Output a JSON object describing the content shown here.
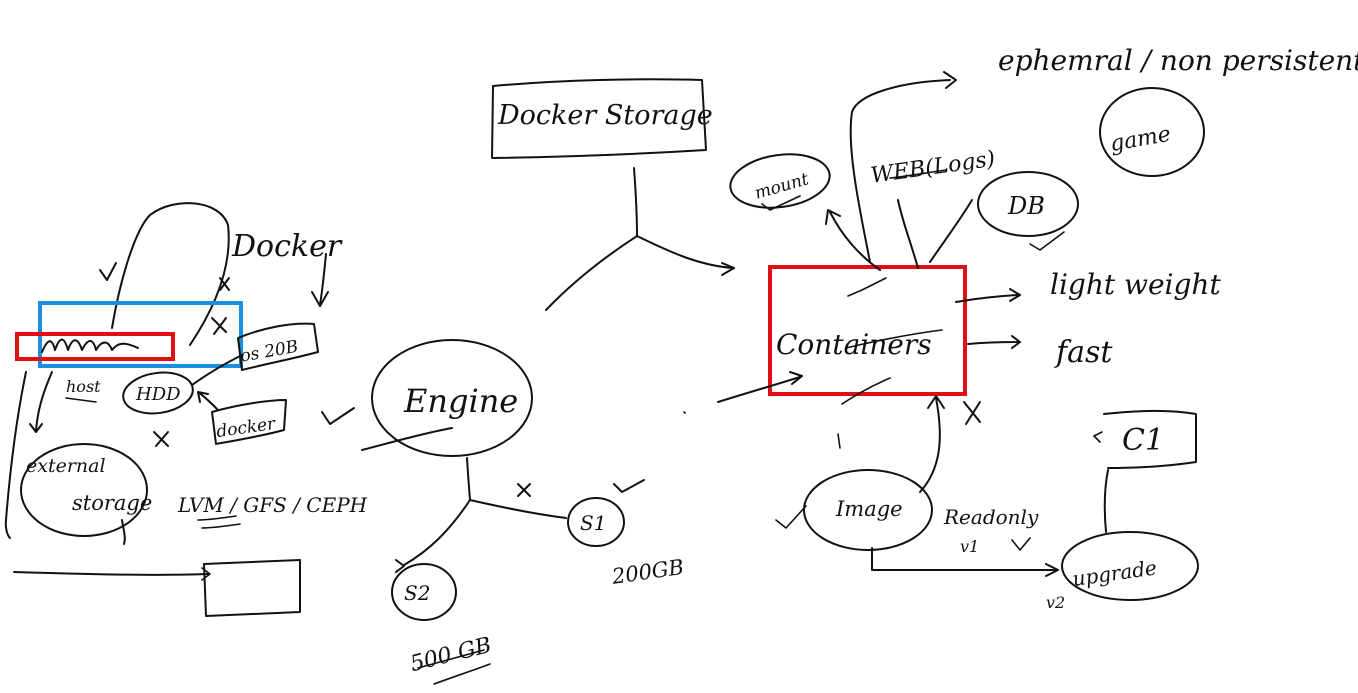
{
  "title": "Docker Storage",
  "header_note": "ephemral / non persistent",
  "left": {
    "docker": "Docker",
    "host": "host",
    "hdd": "HDD",
    "os_size": "os 20B",
    "docker_label": "docker",
    "external_line1": "external",
    "external_line2": "storage",
    "lvm": "LVM / GFS / CEPH"
  },
  "engine": {
    "label": "Engine",
    "s1": "S1",
    "s1_size": "200GB",
    "s2": "S2",
    "s2_size": "500 GB"
  },
  "containers": {
    "label": "Containers",
    "mount": "mount",
    "web": "WEB(Logs)",
    "db": "DB",
    "game": "game",
    "light_weight": "light weight",
    "fast": "fast",
    "image": "Image",
    "readonly": "Readonly",
    "v1": "v1",
    "upgrade": "upgrade",
    "v2": "v2",
    "c1": "C1"
  },
  "colors": {
    "ink": "#111111",
    "highlight_red": "#e01010",
    "highlight_blue": "#1a8fe0"
  }
}
